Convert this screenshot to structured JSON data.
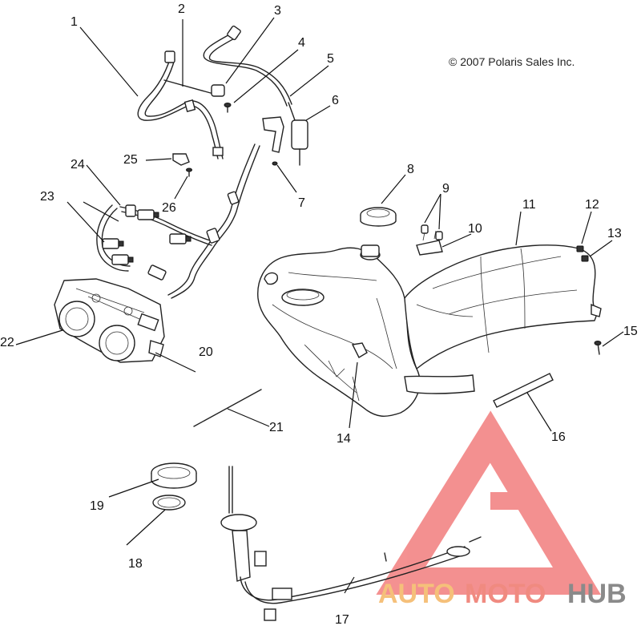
{
  "copyright": "© 2007 Polaris Sales Inc.",
  "watermark": {
    "part1": "AUTO",
    "part2": "MOTO",
    "part3": "HUB",
    "colors": {
      "auto": "#f5c07a",
      "moto": "#f08a80",
      "hub": "#8a8a8a",
      "logo": "#f06c6c"
    }
  },
  "callouts": {
    "c1": "1",
    "c2": "2",
    "c3": "3",
    "c4": "4",
    "c5": "5",
    "c6": "6",
    "c7": "7",
    "c8": "8",
    "c9": "9",
    "c10": "10",
    "c11": "11",
    "c12": "12",
    "c13": "13",
    "c14": "14",
    "c15": "15",
    "c16": "16",
    "c17": "17",
    "c18": "18",
    "c19": "19",
    "c20": "20",
    "c21": "21",
    "c22": "22",
    "c23": "23",
    "c24": "24",
    "c25": "25",
    "c26": "26"
  }
}
